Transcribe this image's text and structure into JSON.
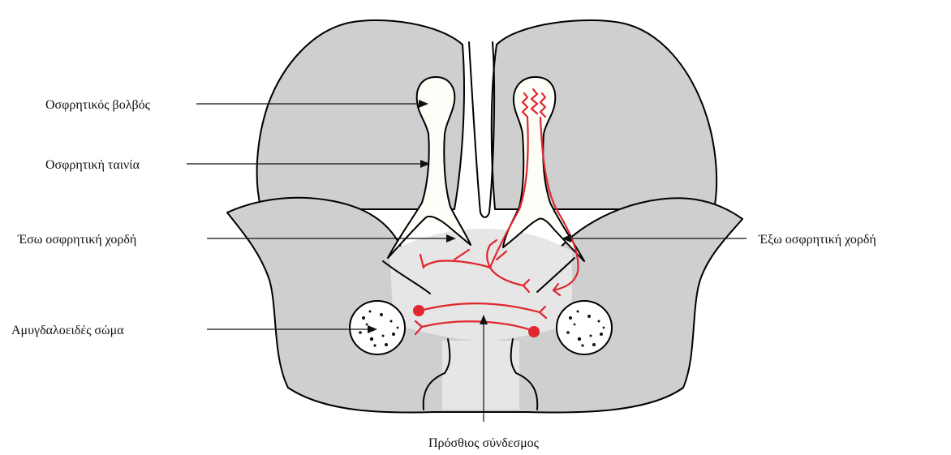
{
  "labels": {
    "olfactory_bulb": "Οσφρητικός βολβός",
    "olfactory_tract": "Οσφρητική ταινία",
    "medial_olfactory_stria": "Έσω οσφρητική χορδή",
    "lateral_olfactory_stria": "Έξω οσφρητική χορδή",
    "amygdala": "Αμυγδαλοειδές σώμα",
    "anterior_commissure": "Πρόσθιος σύνδεσμος"
  },
  "colors": {
    "brain_tissue": "#cfcfcf",
    "central_area": "#e6e6e6",
    "olfactory_structure": "#fefef8",
    "pathway": "#e0262f"
  }
}
